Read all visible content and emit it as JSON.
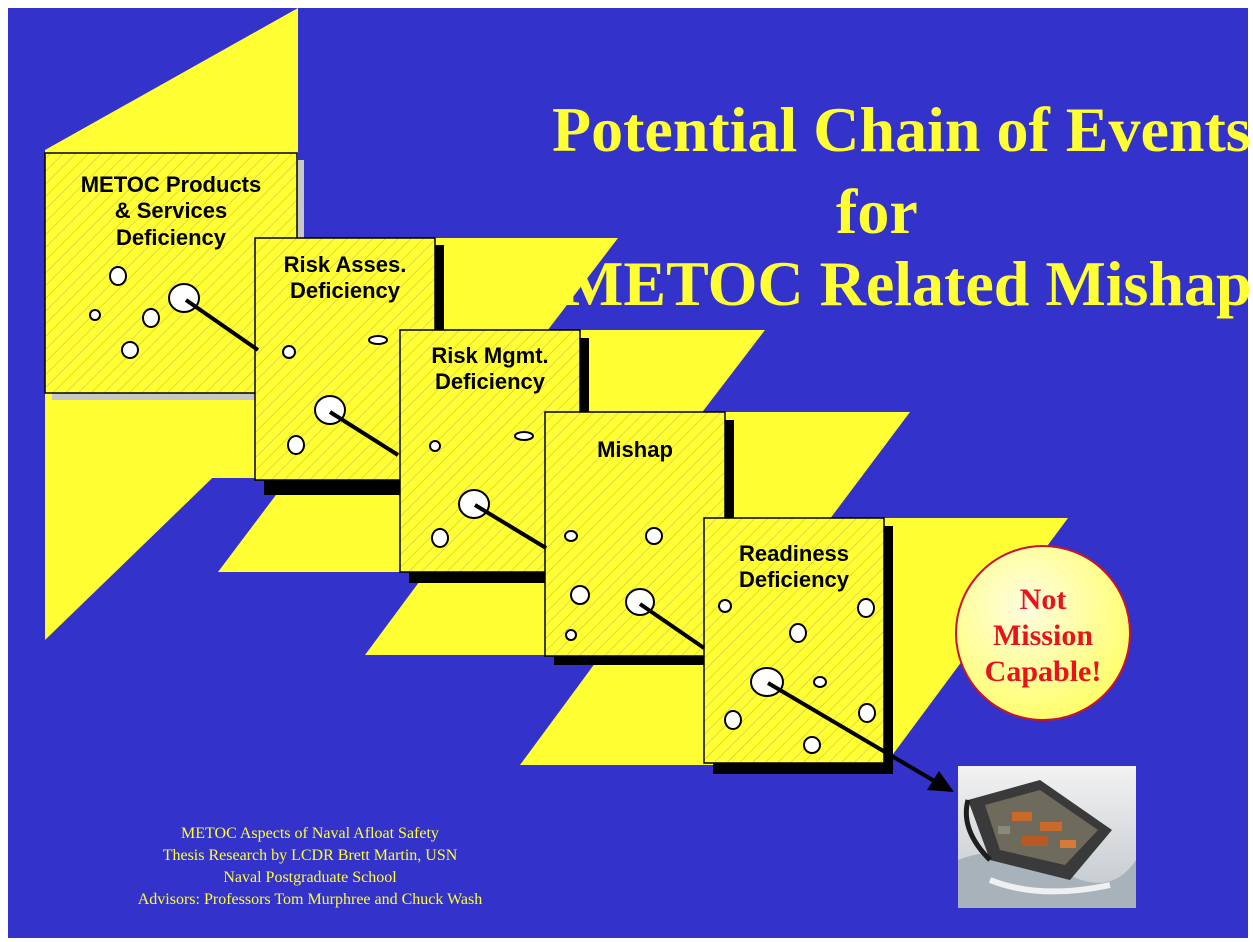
{
  "title": {
    "line1": "Potential Chain of Events",
    "line2": "for",
    "line3": "METOC Related Mishaps"
  },
  "colors": {
    "background": "#3333cc",
    "plane": "#ffff33",
    "card": "#ffff33",
    "title": "#ffff33",
    "badge_text": "#e8141c"
  },
  "cards": [
    {
      "label": "METOC Products\n& Services\nDeficiency"
    },
    {
      "label": "Risk Asses.\nDeficiency"
    },
    {
      "label": "Risk Mgmt.\nDeficiency"
    },
    {
      "label": "Mishap"
    },
    {
      "label": "Readiness\nDeficiency"
    }
  ],
  "badge": {
    "text": "Not\nMission\nCapable!"
  },
  "photo": {
    "icon": "hovercraft-photo-icon"
  },
  "credits": [
    "METOC Aspects of Naval Afloat Safety",
    "Thesis Research by LCDR Brett Martin, USN",
    "Naval Postgraduate School",
    "Advisors: Professors Tom Murphree and Chuck Wash"
  ]
}
